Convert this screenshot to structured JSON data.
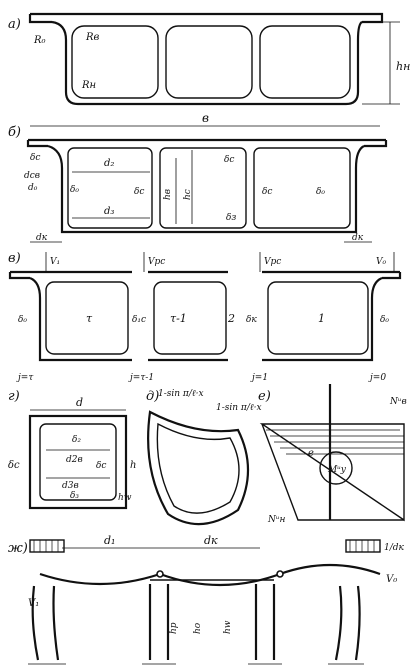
{
  "panels": {
    "a": {
      "tag": "а)",
      "labels": {
        "outer_radius": "R₀",
        "inner_radius_top": "Rв",
        "inner_radius_bottom": "Rн",
        "height": "hн"
      }
    },
    "b": {
      "tag": "б)",
      "labels": {
        "width": "в",
        "slab_top": "δс",
        "dsc": "dсв",
        "dwall": "d₀",
        "wall_outer": "δ₀",
        "wall_inner": "δс",
        "top_dim": "d₂",
        "bottom_dim": "d₃",
        "h_e": "hв",
        "h_c": "hс",
        "slab_bottom": "δз",
        "wall_inner_right": "δс",
        "wall_outer_right": "δ₀",
        "left_base": "dк",
        "right_base": "dк",
        "slab_right": "δс"
      }
    },
    "v": {
      "tag": "в)",
      "labels": {
        "v_left": "V₁",
        "v_mid": "Vрс",
        "v_mid_right": "Vрс",
        "v_right": "V₀",
        "cell_left": "τ",
        "cell_mid": "τ-1",
        "cell_2": "2",
        "cell_1": "1",
        "wall_left": "δ₀",
        "wall_mid": "δ₁с",
        "wall_k": "δк",
        "wall_right": "δ₀",
        "j_left": "j=τ",
        "j_mid": "j=τ-1",
        "j_1": "j=1",
        "j_0": "j=0"
      }
    },
    "g": {
      "tag": "г)",
      "labels": {
        "d": "d",
        "delta_c_left": "δс",
        "delta_top": "δ₂",
        "d2": "d2в",
        "delta_c_right": "δс",
        "d3": "d3в",
        "delta_bottom": "δ₃",
        "h": "h",
        "h_w": "hw"
      }
    },
    "d": {
      "tag": "д)",
      "formula_left": "1-sin π/ℓ·x",
      "formula_right": "1-sin π/ℓ·x"
    },
    "e": {
      "tag": "е)",
      "labels": {
        "n_top": "Nᵘв",
        "e": "e",
        "m": "Mᵘу",
        "n_bottom": "Nᵘн"
      }
    },
    "zh": {
      "tag": "ж)",
      "labels": {
        "d1": "d₁",
        "dk": "dк",
        "v1": "V₁",
        "v0": "V₀",
        "load": "1/dк",
        "h_p": "hр",
        "h_o": "hо",
        "h_w": "hw"
      }
    }
  }
}
